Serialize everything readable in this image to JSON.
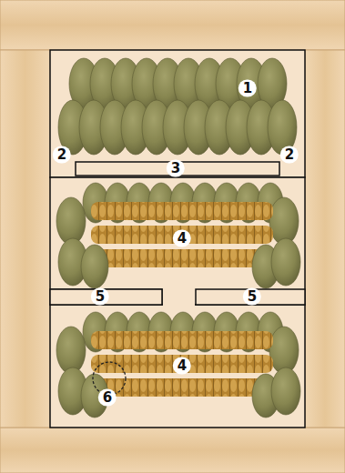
{
  "diagram": {
    "labels": [
      "1",
      "2",
      "2",
      "3",
      "4",
      "5",
      "5",
      "4",
      "6"
    ]
  }
}
